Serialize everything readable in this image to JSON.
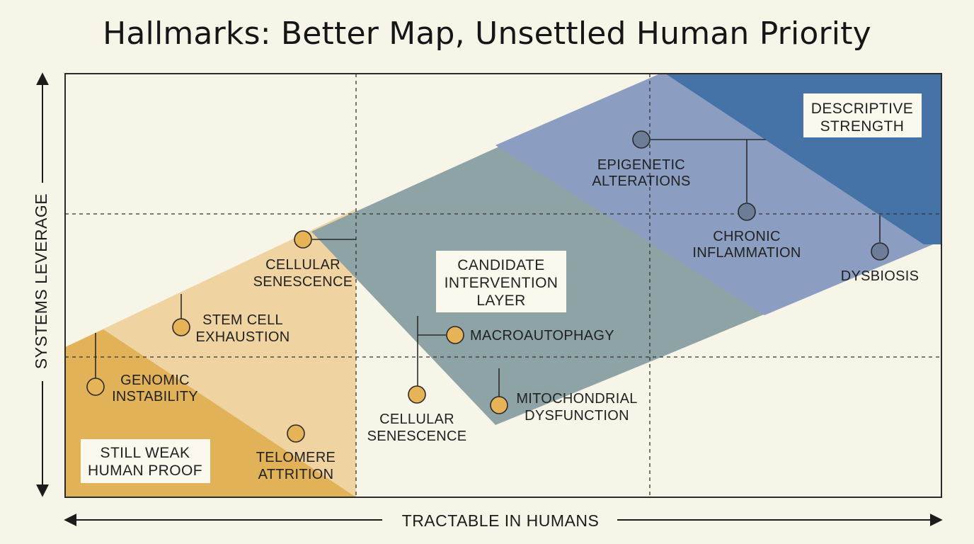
{
  "title": "Hallmarks: Better Map, Unsettled Human Priority",
  "axes": {
    "x_label": "TRACTABLE IN HUMANS",
    "y_label": "SYSTEMS LEVERAGE"
  },
  "colors": {
    "background": "#f7f4e8",
    "gold_dark": "#e1b258",
    "gold_light": "#efd3a0",
    "slate": "#8ea3a6",
    "periwinkle": "#8b9dc1",
    "blue_deep": "#4572a7",
    "node_gold": "#e6b457",
    "node_blue": "#6d7d98",
    "frame": "#2a2a2a"
  },
  "bands": [
    {
      "name": "STILL WEAK HUMAN PROOF",
      "lines": [
        "STILL WEAK",
        "HUMAN PROOF"
      ]
    },
    {
      "name": "CANDIDATE INTERVENTION LAYER",
      "lines": [
        "CANDIDATE",
        "INTERVENTION",
        "LAYER"
      ]
    },
    {
      "name": "DESCRIPTIVE STRENGTH",
      "lines": [
        "DESCRIPTIVE",
        "STRENGTH"
      ]
    }
  ],
  "hallmarks": [
    {
      "id": "genomic-instability",
      "lines": [
        "GENOMIC",
        "INSTABILITY"
      ],
      "tone": "gold"
    },
    {
      "id": "telomere-attrition",
      "lines": [
        "TELOMERE",
        "ATTRITION"
      ],
      "tone": "gold"
    },
    {
      "id": "stem-cell-exhaustion",
      "lines": [
        "STEM CELL",
        "EXHAUSTION"
      ],
      "tone": "gold"
    },
    {
      "id": "cellular-senescence-upper",
      "lines": [
        "CELLULAR",
        "SENESCENCE"
      ],
      "tone": "gold"
    },
    {
      "id": "cellular-senescence-lower",
      "lines": [
        "CELLULAR",
        "SENESCENCE"
      ],
      "tone": "gold"
    },
    {
      "id": "macroautophagy",
      "lines": [
        "MACROAUTOPHAGY"
      ],
      "tone": "gold"
    },
    {
      "id": "mitochondrial-dysfunction",
      "lines": [
        "MITOCHONDRIAL",
        "DYSFUNCTION"
      ],
      "tone": "gold"
    },
    {
      "id": "epigenetic-alterations",
      "lines": [
        "EPIGENETIC",
        "ALTERATIONS"
      ],
      "tone": "blue"
    },
    {
      "id": "chronic-inflammation",
      "lines": [
        "CHRONIC",
        "INFLAMMATION"
      ],
      "tone": "blue"
    },
    {
      "id": "dysbiosis",
      "lines": [
        "DYSBIOSIS"
      ],
      "tone": "blue"
    }
  ]
}
